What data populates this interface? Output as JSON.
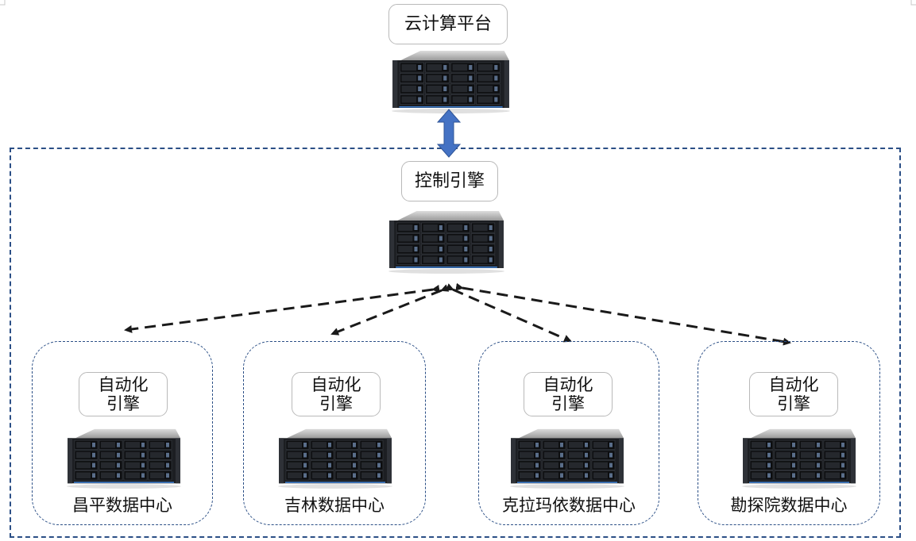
{
  "top": {
    "cloud_label": "云计算平台"
  },
  "control": {
    "label": "控制引擎"
  },
  "engine_label": {
    "line1": "自动化",
    "line2": "引擎"
  },
  "data_centers": [
    {
      "name": "昌平数据中心"
    },
    {
      "name": "吉林数据中心"
    },
    {
      "name": "克拉玛依数据中心"
    },
    {
      "name": "勘探院数据中心"
    }
  ],
  "colors": {
    "dashed_border": "#2b4f86",
    "double_arrow": "#4472c4",
    "dashed_arrow": "#1a1a1a",
    "label_border": "#b9b9b9"
  },
  "icons": [
    "server-icon",
    "double-arrow-icon",
    "dashed-arrow-icon"
  ]
}
